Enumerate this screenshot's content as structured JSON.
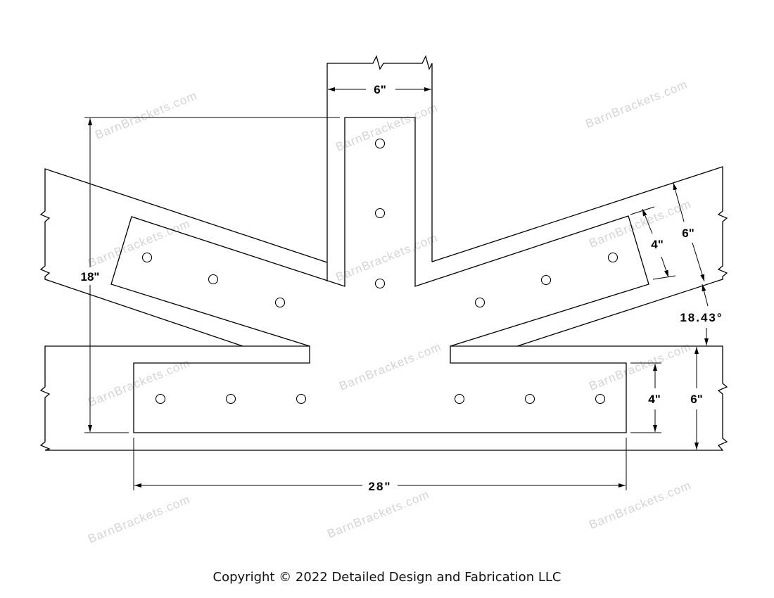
{
  "dimensions": {
    "post_width": "6\"",
    "overall_height": "18\"",
    "arm_plate_width": "4\"",
    "rafter_depth": "6\"",
    "angle": "18.43°",
    "beam_plate_width": "4\"",
    "beam_depth": "6\"",
    "overall_length": "28\""
  },
  "watermark": "BarnBrackets.com",
  "copyright": "Copyright © 2022 Detailed Design and Fabrication LLC"
}
